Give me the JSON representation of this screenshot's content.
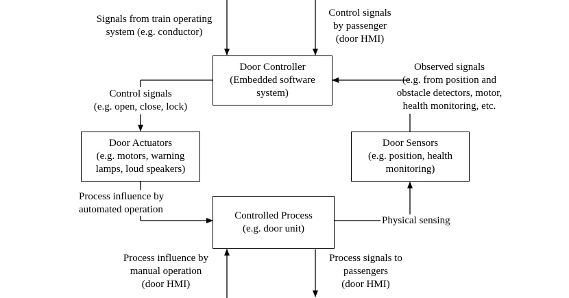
{
  "boxes": {
    "door_controller": [
      "Door Controller",
      "(Embedded software",
      "system)"
    ],
    "door_actuators": [
      "Door Actuators",
      "(e.g. motors, warning",
      "lamps, loud speakers)"
    ],
    "door_sensors": [
      "Door Sensors",
      "(e.g. position, health",
      "monitoring)"
    ],
    "controlled_process": [
      "Controlled Process",
      "(e.g. door unit)"
    ]
  },
  "labels": {
    "train_signals": [
      "Signals from train operating",
      "system (e.g. conductor)"
    ],
    "passenger_signals": [
      "Control signals",
      "by passenger",
      "(door HMI)"
    ],
    "observed_signals": [
      "Observed signals",
      "(e.g. from position and",
      "obstacle detectors, motor,",
      "health monitoring, etc."
    ],
    "control_signals": [
      "Control signals",
      "(e.g. open, close, lock)"
    ],
    "process_influence_auto": [
      "Process influence by",
      "automated operation"
    ],
    "physical_sensing": "Physical sensing",
    "process_influence_manual": [
      "Process influence by",
      "manual operation",
      "(door HMI)"
    ],
    "process_signals": [
      "Process signals to",
      "passengers",
      "(door HMI)"
    ]
  }
}
